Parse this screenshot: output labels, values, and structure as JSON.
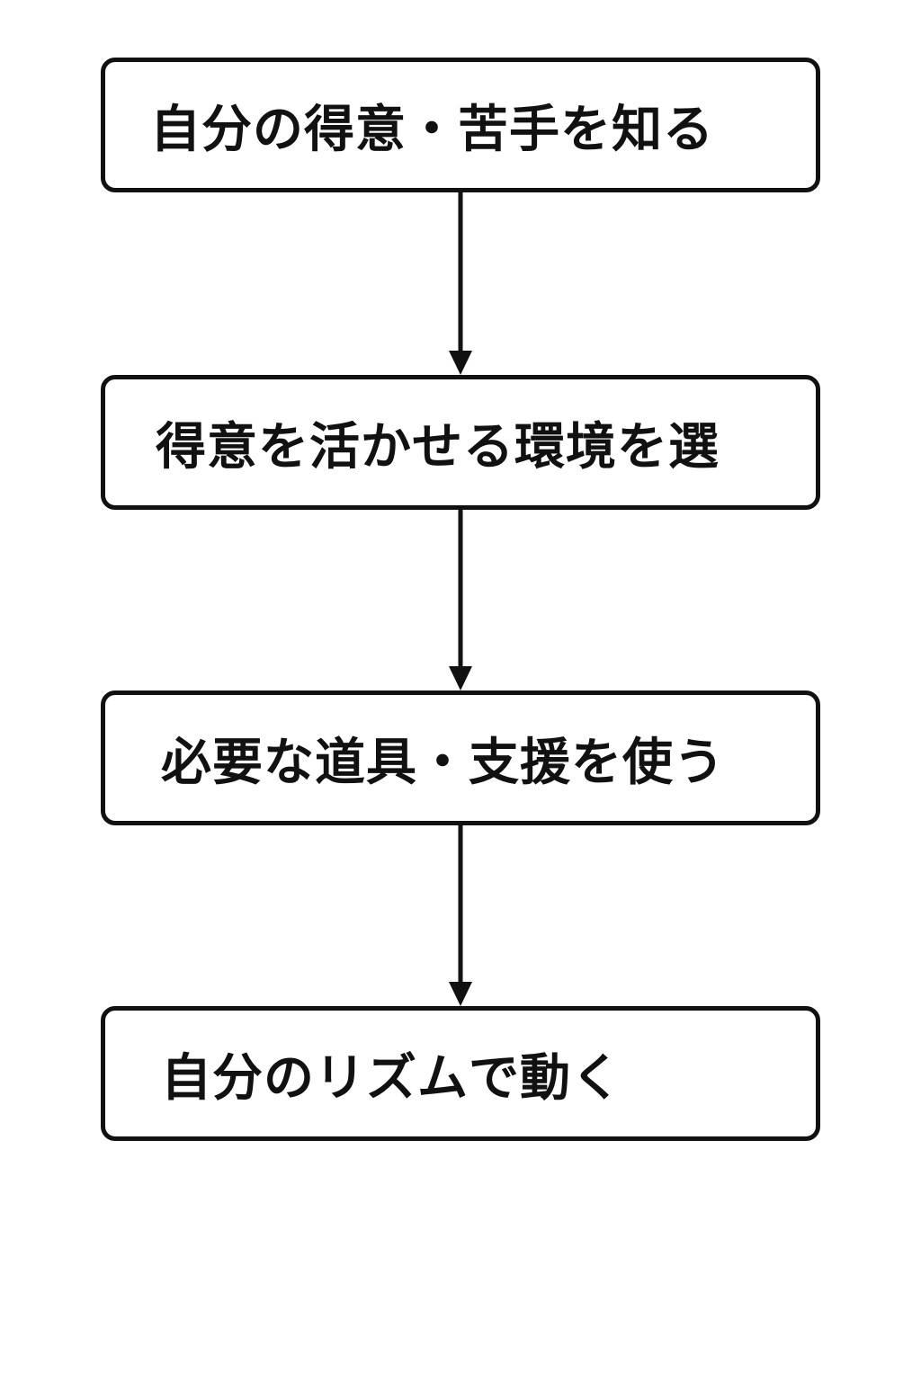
{
  "flowchart": {
    "steps": [
      {
        "label": "自分の得意・苦手を知る"
      },
      {
        "label": "得意を活かせる環境を選"
      },
      {
        "label": "必要な道具・支援を使う"
      },
      {
        "label": "自分のリズムで動く"
      }
    ]
  }
}
